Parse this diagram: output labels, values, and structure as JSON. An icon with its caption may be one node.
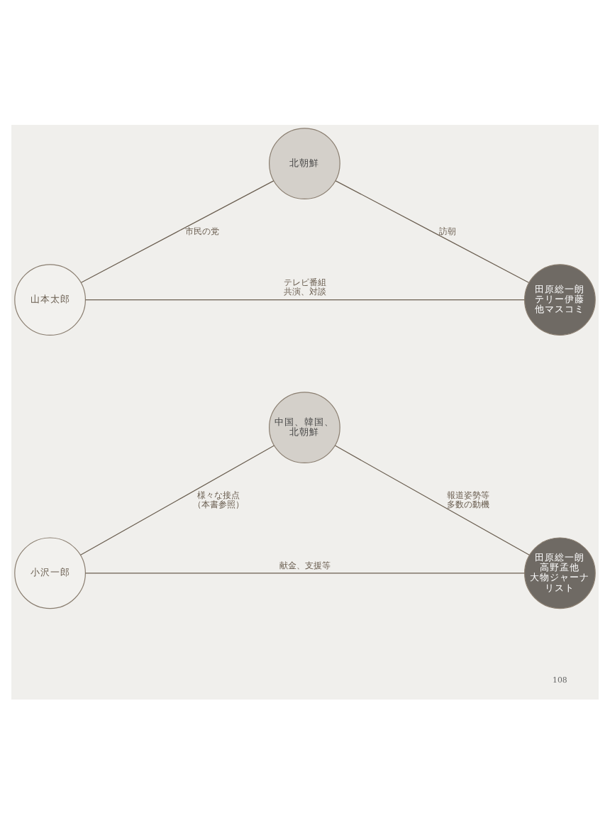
{
  "diagram": {
    "nodes": [
      {
        "text": [
          "北朝鮮"
        ]
      },
      {
        "text": [
          "山本太郎"
        ]
      },
      {
        "text": [
          "田原総一朗テリー伊藤他マスコミ"
        ]
      },
      {
        "text": [
          "中国、韓国、北朝鮮"
        ]
      },
      {
        "text": [
          "小沢一郎"
        ]
      },
      {
        "text": [
          "田原総一朗高野孟他大物ジャーナリスト"
        ]
      }
    ],
    "edges": [
      {
        "from": 0,
        "to": 1,
        "arrow": "none",
        "label": "市民の党"
      },
      {
        "from": 0,
        "to": 2,
        "arrow": "none",
        "label": "訪朝"
      },
      {
        "from": 1,
        "to": 2,
        "arrow": "none",
        "label": "テレビ番組共演、対談"
      },
      {
        "from": 3,
        "to": 4,
        "arrow": "none",
        "label": "様々な接点（本書参照）"
      },
      {
        "from": 3,
        "to": 5,
        "arrow": "none",
        "label": "報道姿勢等多数の動機"
      },
      {
        "from": 4,
        "to": 5,
        "arrow": "none",
        "label": "献金、支援等"
      }
    ],
    "labels": [
      "108"
    ]
  }
}
